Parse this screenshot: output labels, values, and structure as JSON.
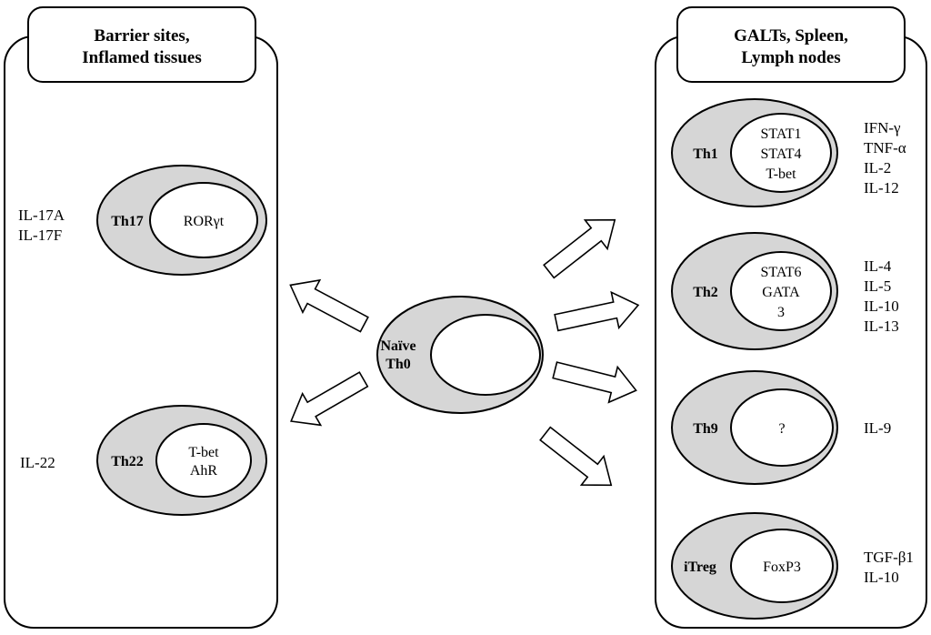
{
  "left_panel": {
    "header_line1": "Barrier sites,",
    "header_line2": "Inflamed tissues"
  },
  "right_panel": {
    "header_line1": "GALTs, Spleen,",
    "header_line2": "Lymph nodes"
  },
  "naive": {
    "name_line1": "Naïve",
    "name_line2": "Th0"
  },
  "cells": {
    "th17": {
      "name": "Th17",
      "tf": [
        "RORγt"
      ],
      "cytokines": [
        "IL-17A",
        "IL-17F"
      ]
    },
    "th22": {
      "name": "Th22",
      "tf": [
        "T-bet",
        "AhR"
      ],
      "cytokines": [
        "IL-22"
      ]
    },
    "th1": {
      "name": "Th1",
      "tf": [
        "STAT1",
        "STAT4",
        "T-bet"
      ],
      "cytokines": [
        "IFN-γ",
        "TNF-α",
        "IL-2",
        "IL-12"
      ]
    },
    "th2": {
      "name": "Th2",
      "tf": [
        "STAT6",
        "GATA",
        "3"
      ],
      "cytokines": [
        "IL-4",
        "IL-5",
        "IL-10",
        "IL-13"
      ]
    },
    "th9": {
      "name": "Th9",
      "tf": [
        "?"
      ],
      "cytokines": [
        "IL-9"
      ]
    },
    "itreg": {
      "name": "iTreg",
      "tf": [
        "FoxP3"
      ],
      "cytokines": [
        "TGF-β1",
        "IL-10"
      ]
    }
  },
  "colors": {
    "outer_fill": "#d6d6d6",
    "inner_fill": "#ffffff",
    "stroke": "#000000"
  }
}
